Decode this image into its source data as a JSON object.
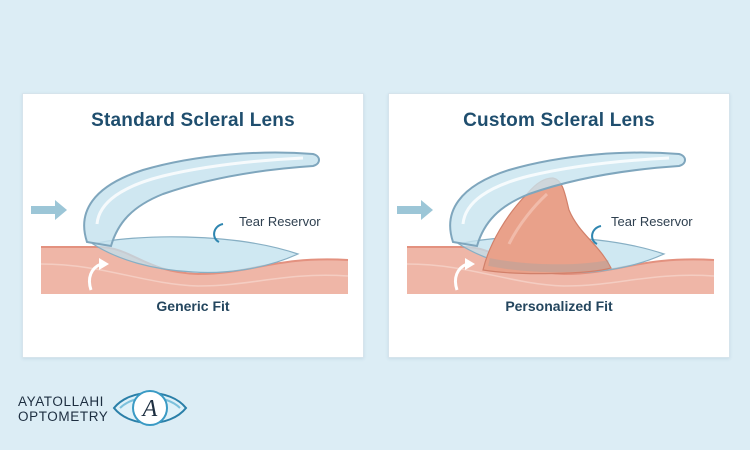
{
  "panels": [
    {
      "title": "Standard Scleral Lens",
      "tear_label": "Tear Reservor",
      "fit_label": "Generic Fit"
    },
    {
      "title": "Custom Scleral Lens",
      "tear_label": "Tear Reservor",
      "fit_label": "Personalized Fit"
    }
  ],
  "logo": {
    "line1": "AYATOLLAHI",
    "line2": "OPTOMETRY",
    "monogram": "A"
  },
  "colors": {
    "background": "#dcedf5",
    "title": "#1f4e6e",
    "lens": "#c7e3ef",
    "lens_stroke": "#7fa6bd",
    "tissue": "#efb6a7",
    "tissue_top": "#e3917f",
    "arrow": "#9cc6d7",
    "growth": "#e9a18a"
  },
  "icons": [
    "right-arrow-icon",
    "curved-up-arrow-icon",
    "eye-logo-icon"
  ]
}
